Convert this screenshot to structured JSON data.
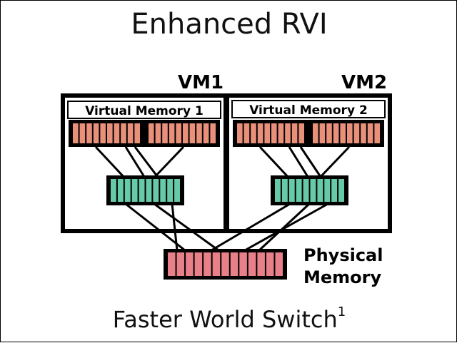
{
  "title": "Enhanced RVI",
  "footer": {
    "text": "Faster World Switch",
    "superscript": "1"
  },
  "vms": [
    {
      "label": "VM1",
      "virtual_memory_label": "Virtual Memory 1"
    },
    {
      "label": "VM2",
      "virtual_memory_label": "Virtual Memory 2"
    }
  ],
  "physical_memory": {
    "line1": "Physical",
    "line2": "Memory"
  },
  "colors": {
    "virtual_cell": "#e8907a",
    "page_table_cell": "#66c9a8",
    "physical_cell": "#e8808a",
    "outline": "#000000"
  }
}
